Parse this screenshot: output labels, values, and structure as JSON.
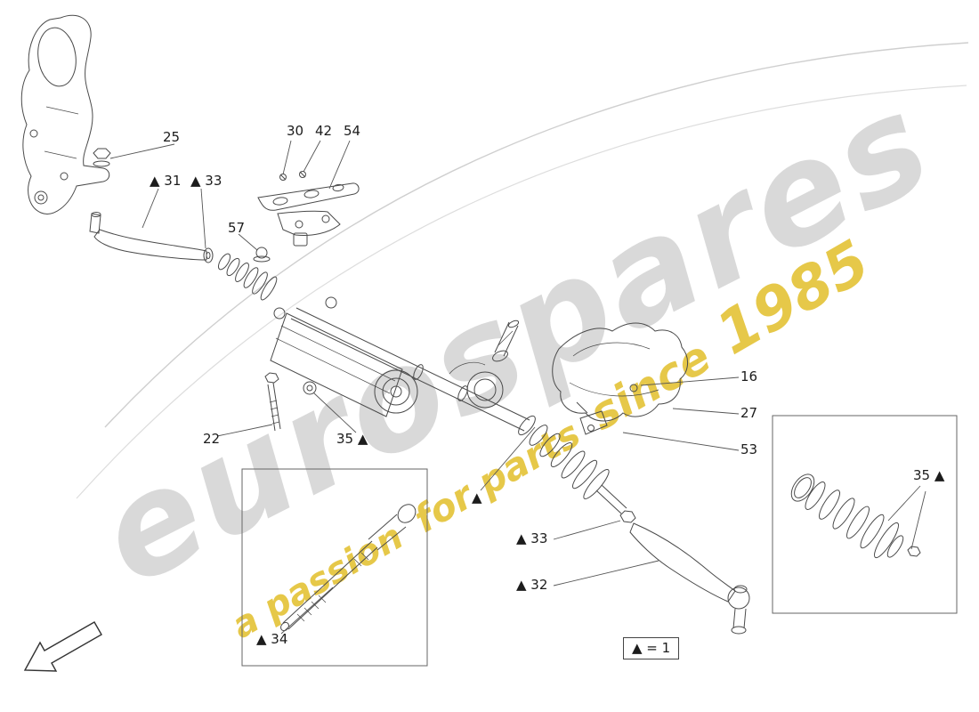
{
  "watermark": {
    "brand": "eurospares",
    "tagline_a": "a passion",
    "tagline_b": "for parts",
    "tagline_c": "since",
    "tagline_d": "1985"
  },
  "legend": {
    "label": "▲ = 1"
  },
  "callouts": {
    "c25": "25",
    "c30": "30",
    "c42": "42",
    "c54": "54",
    "c31": "▲ 31",
    "c33a": "▲ 33",
    "c57": "57",
    "c22": "22",
    "c35a": "35 ▲",
    "c16": "16",
    "c27": "27",
    "c53": "53",
    "tri": "▲",
    "c33b": "▲ 33",
    "c32": "▲ 32",
    "c34": "▲ 34",
    "c35b": "35 ▲"
  }
}
